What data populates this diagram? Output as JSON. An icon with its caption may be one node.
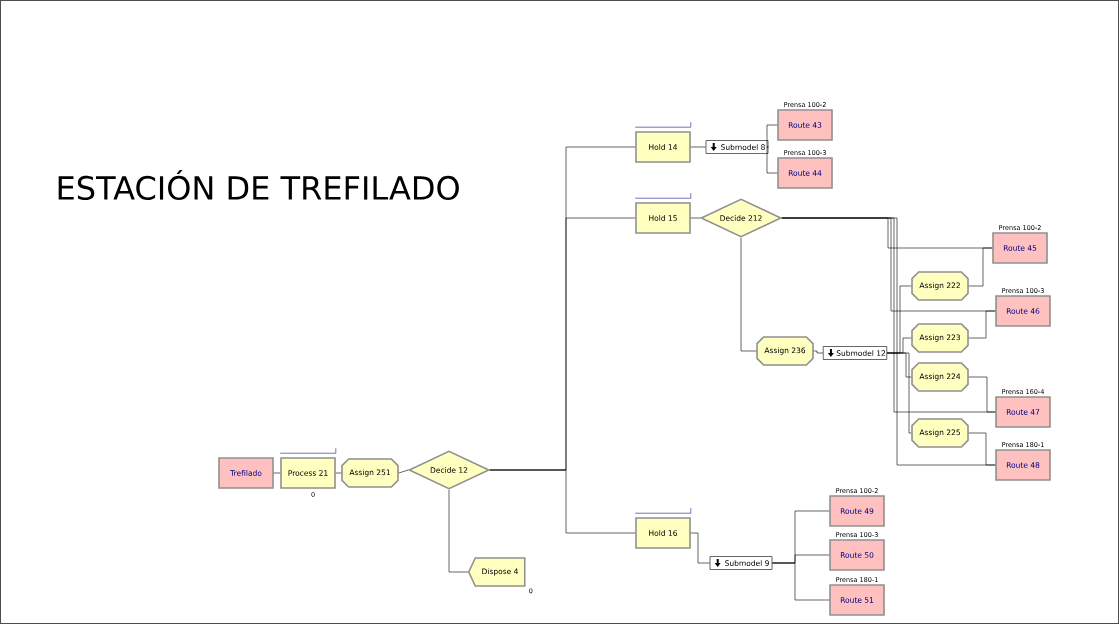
{
  "diagram": {
    "title": "ESTACIÓN DE TREFILADO",
    "nodes": [
      {
        "text": [
          "Trefilado"
        ]
      },
      {
        "text": [
          "Process 21"
        ],
        "beside": [
          "0"
        ]
      },
      {
        "text": [
          "Assign 251"
        ]
      },
      {
        "text": [
          "Decide 12"
        ]
      },
      {
        "text": [
          "Dispose 4"
        ],
        "beside": [
          "0"
        ]
      },
      {
        "text": [
          "Hold 14"
        ]
      },
      {
        "text": [
          "Submodel 8"
        ]
      },
      {
        "text": [
          "Route 43"
        ],
        "beside": [
          "Prensa 100-2"
        ]
      },
      {
        "text": [
          "Route 44"
        ],
        "beside": [
          "Prensa 100-3"
        ]
      },
      {
        "text": [
          "Hold 15"
        ]
      },
      {
        "text": [
          "Decide 212"
        ]
      },
      {
        "text": [
          "Assign 236"
        ]
      },
      {
        "text": [
          "Submodel 12"
        ]
      },
      {
        "text": [
          "Assign 222"
        ]
      },
      {
        "text": [
          "Assign 223"
        ]
      },
      {
        "text": [
          "Assign 224"
        ]
      },
      {
        "text": [
          "Assign 225"
        ]
      },
      {
        "text": [
          "Route 45"
        ],
        "beside": [
          "Prensa 100-2"
        ]
      },
      {
        "text": [
          "Route 46"
        ],
        "beside": [
          "Prensa 100-3"
        ]
      },
      {
        "text": [
          "Route 47"
        ],
        "beside": [
          "Prensa 160-4"
        ]
      },
      {
        "text": [
          "Route 48"
        ],
        "beside": [
          "Prensa 180-1"
        ]
      },
      {
        "text": [
          "Hold 16"
        ]
      },
      {
        "text": [
          "Submodel 9"
        ]
      },
      {
        "text": [
          "Route 49"
        ],
        "beside": [
          "Prensa 100-2"
        ]
      },
      {
        "text": [
          "Route 50"
        ],
        "beside": [
          "Prensa 100-3"
        ]
      },
      {
        "text": [
          "Route 51"
        ],
        "beside": [
          "Prensa 180-1"
        ]
      }
    ],
    "edges": [
      {
        "from": 0,
        "to": 1,
        "arrow": "none"
      },
      {
        "from": 1,
        "to": 2,
        "arrow": "none"
      },
      {
        "from": 2,
        "to": 3,
        "arrow": "none"
      },
      {
        "from": 3,
        "to": 4,
        "arrow": "none"
      },
      {
        "from": 3,
        "to": 5,
        "arrow": "none"
      },
      {
        "from": 3,
        "to": 9,
        "arrow": "none"
      },
      {
        "from": 3,
        "to": 21,
        "arrow": "none"
      },
      {
        "from": 5,
        "to": 6,
        "arrow": "none"
      },
      {
        "from": 6,
        "to": 7,
        "arrow": "none"
      },
      {
        "from": 6,
        "to": 8,
        "arrow": "none"
      },
      {
        "from": 9,
        "to": 10,
        "arrow": "none"
      },
      {
        "from": 10,
        "to": 11,
        "arrow": "none"
      },
      {
        "from": 10,
        "to": 17,
        "arrow": "none"
      },
      {
        "from": 10,
        "to": 18,
        "arrow": "none"
      },
      {
        "from": 10,
        "to": 19,
        "arrow": "none"
      },
      {
        "from": 10,
        "to": 20,
        "arrow": "none"
      },
      {
        "from": 11,
        "to": 12,
        "arrow": "none"
      },
      {
        "from": 12,
        "to": 13,
        "arrow": "none"
      },
      {
        "from": 12,
        "to": 14,
        "arrow": "none"
      },
      {
        "from": 12,
        "to": 15,
        "arrow": "none"
      },
      {
        "from": 12,
        "to": 16,
        "arrow": "none"
      },
      {
        "from": 13,
        "to": 17,
        "arrow": "none"
      },
      {
        "from": 14,
        "to": 18,
        "arrow": "none"
      },
      {
        "from": 15,
        "to": 19,
        "arrow": "none"
      },
      {
        "from": 16,
        "to": 20,
        "arrow": "none"
      },
      {
        "from": 21,
        "to": 22,
        "arrow": "none"
      },
      {
        "from": 22,
        "to": 23,
        "arrow": "none"
      },
      {
        "from": 22,
        "to": 24,
        "arrow": "none"
      },
      {
        "from": 22,
        "to": 25,
        "arrow": "none"
      }
    ]
  }
}
